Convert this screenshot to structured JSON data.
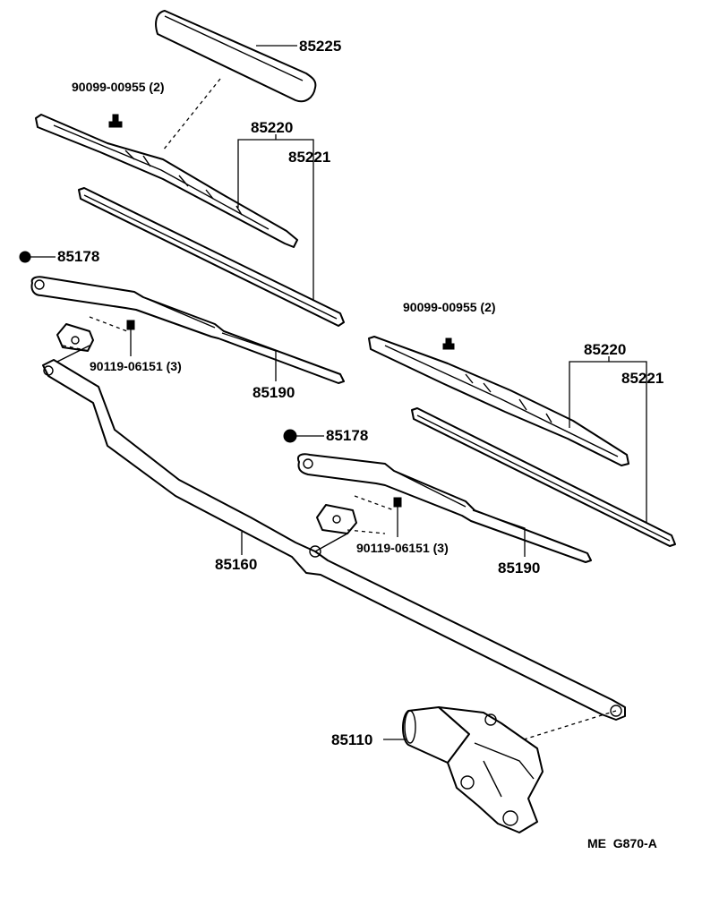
{
  "diagram": {
    "part_labels": {
      "blade_cover": "85225",
      "screw_left": "90099-00955 (2)",
      "blade_left": "85220",
      "refill_left": "85221",
      "nut_left": "85178",
      "bolt_left": "90119-06151 (3)",
      "arm_left": "85190",
      "screw_right": "90099-00955 (2)",
      "blade_right": "85220",
      "refill_right": "85221",
      "nut_right": "85178",
      "bolt_right": "90119-06151 (3)",
      "arm_right": "85190",
      "link_rod": "85160",
      "motor": "85110"
    },
    "figure_code": "ME  G870-A"
  }
}
